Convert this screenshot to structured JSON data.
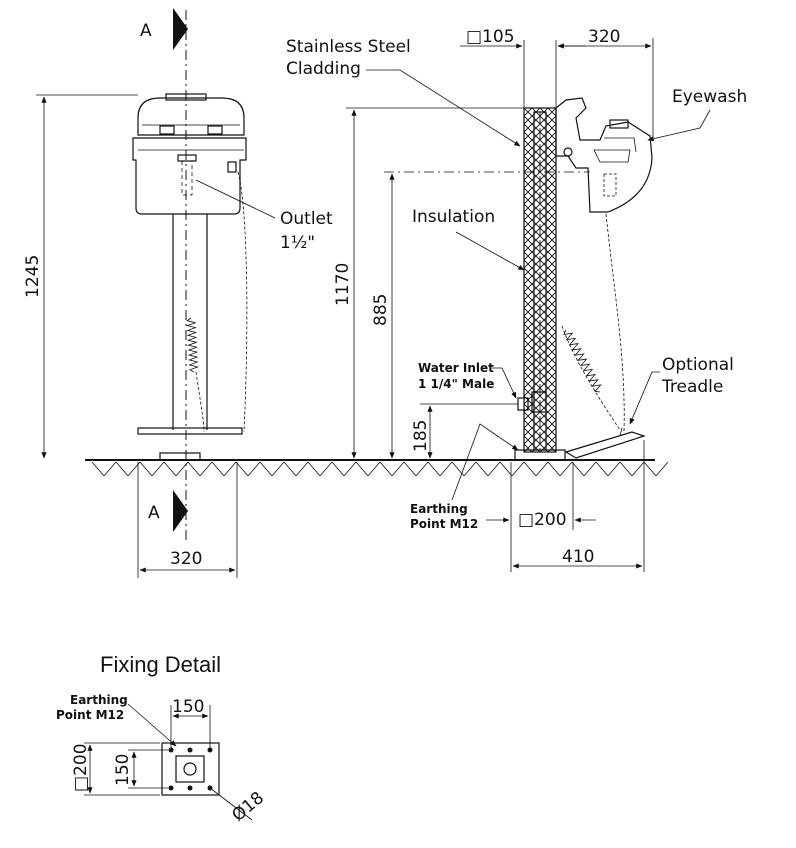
{
  "section_marks": {
    "top": "A",
    "bottom": "A"
  },
  "labels": {
    "cladding_line1": "Stainless Steel",
    "cladding_line2": "Cladding",
    "eyewash": "Eyewash",
    "insulation": "Insulation",
    "outlet_line1": "Outlet",
    "outlet_line2": "1½\"",
    "water_inlet_line1": "Water Inlet",
    "water_inlet_line2": "1 1/4\" Male",
    "optional_treadle_line1": "Optional",
    "optional_treadle_line2": "Treadle",
    "earthing_point_line1": "Earthing",
    "earthing_point_line2": "Point M12",
    "fixing_detail_title": "Fixing Detail",
    "fixing_earthing_line1": "Earthing",
    "fixing_earthing_line2": "Point M12"
  },
  "dimensions": {
    "front_height": "1245",
    "front_width": "320",
    "side_total_height": "1170",
    "side_outlet_height": "885",
    "side_inlet_height": "185",
    "pillar_size": "□105",
    "bowl_projection": "320",
    "base_size": "□200",
    "side_base_depth": "410",
    "fixing_width": "150",
    "fixing_height": "150",
    "fixing_plate": "□200",
    "fixing_hole": "Ø18"
  }
}
